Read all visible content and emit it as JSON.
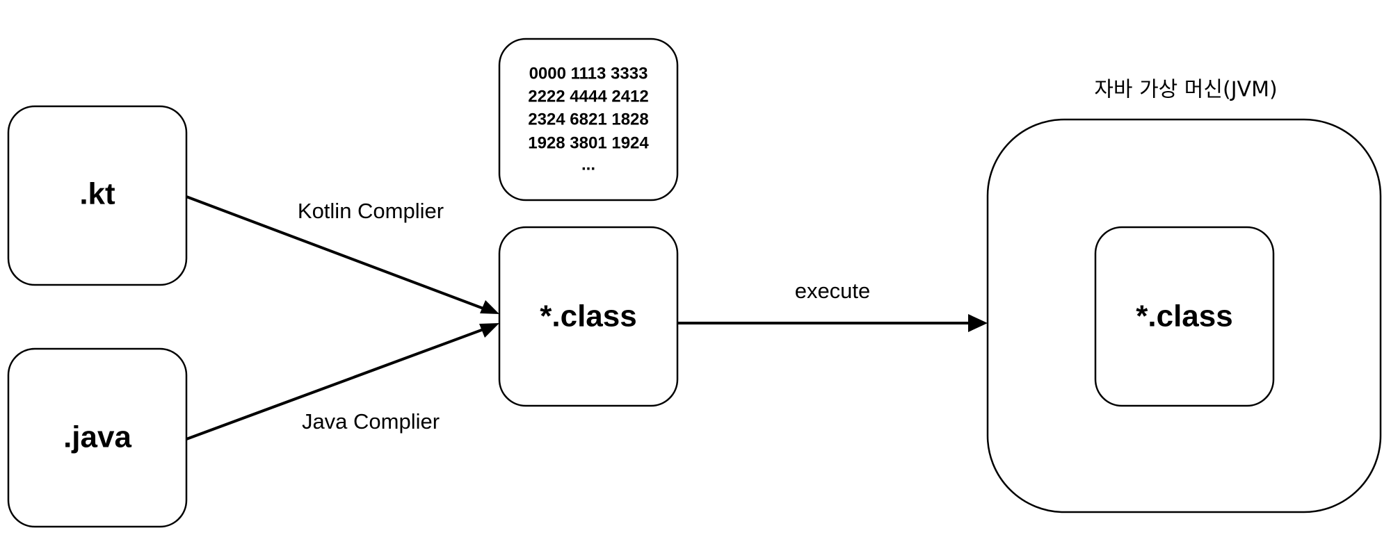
{
  "nodes": {
    "kt": {
      "label": ".kt"
    },
    "java": {
      "label": ".java"
    },
    "class_compiled": {
      "label": "*.class"
    },
    "bytecode": {
      "lines": [
        "0000 1113 3333",
        "2222 4444 2412",
        "2324 6821 1828",
        "1928 3801 1924",
        "..."
      ]
    },
    "jvm": {
      "title": "자바 가상 머신(JVM)",
      "inner_label": "*.class"
    }
  },
  "edges": {
    "kotlin": {
      "label": "Kotlin Complier"
    },
    "java": {
      "label": "Java Complier"
    },
    "execute": {
      "label": "execute"
    }
  }
}
